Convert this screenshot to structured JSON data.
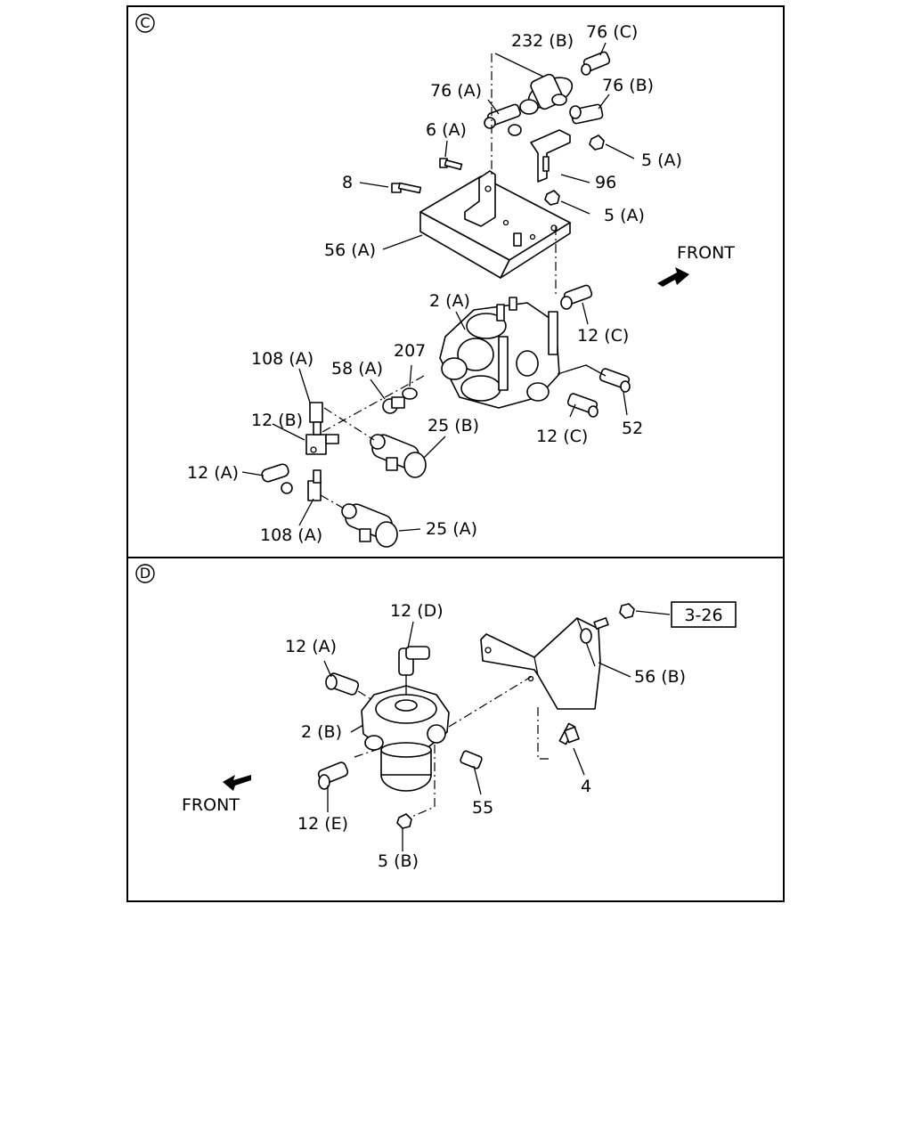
{
  "sections": [
    {
      "id": "C",
      "front_text": "FRONT",
      "labels": {
        "232b": "232 (B)",
        "76c": "76 (C)",
        "76a": "76 (A)",
        "76b": "76 (B)",
        "6a": "6 (A)",
        "5a_top": "5 (A)",
        "n8": "8",
        "n96": "96",
        "5a_mid": "5 (A)",
        "56a": "56 (A)",
        "2a": "2 (A)",
        "12c_top": "12 (C)",
        "108a_top": "108 (A)",
        "58a": "58 (A)",
        "207": "207",
        "12b": "12 (B)",
        "25b": "25 (B)",
        "12c_bottom": "12 (C)",
        "52": "52",
        "12a": "12 (A)",
        "108a_bottom": "108 (A)",
        "25a": "25 (A)"
      }
    },
    {
      "id": "D",
      "front_text": "FRONT",
      "ref_box": "3-26",
      "labels": {
        "12d": "12 (D)",
        "12a": "12 (A)",
        "56b": "56 (B)",
        "2b": "2 (B)",
        "n4": "4",
        "12e": "12 (E)",
        "55": "55",
        "5b": "5 (B)"
      }
    }
  ],
  "icons": {
    "front_arrow_c": "front-arrow-right-icon",
    "front_arrow_d": "front-arrow-left-icon"
  }
}
